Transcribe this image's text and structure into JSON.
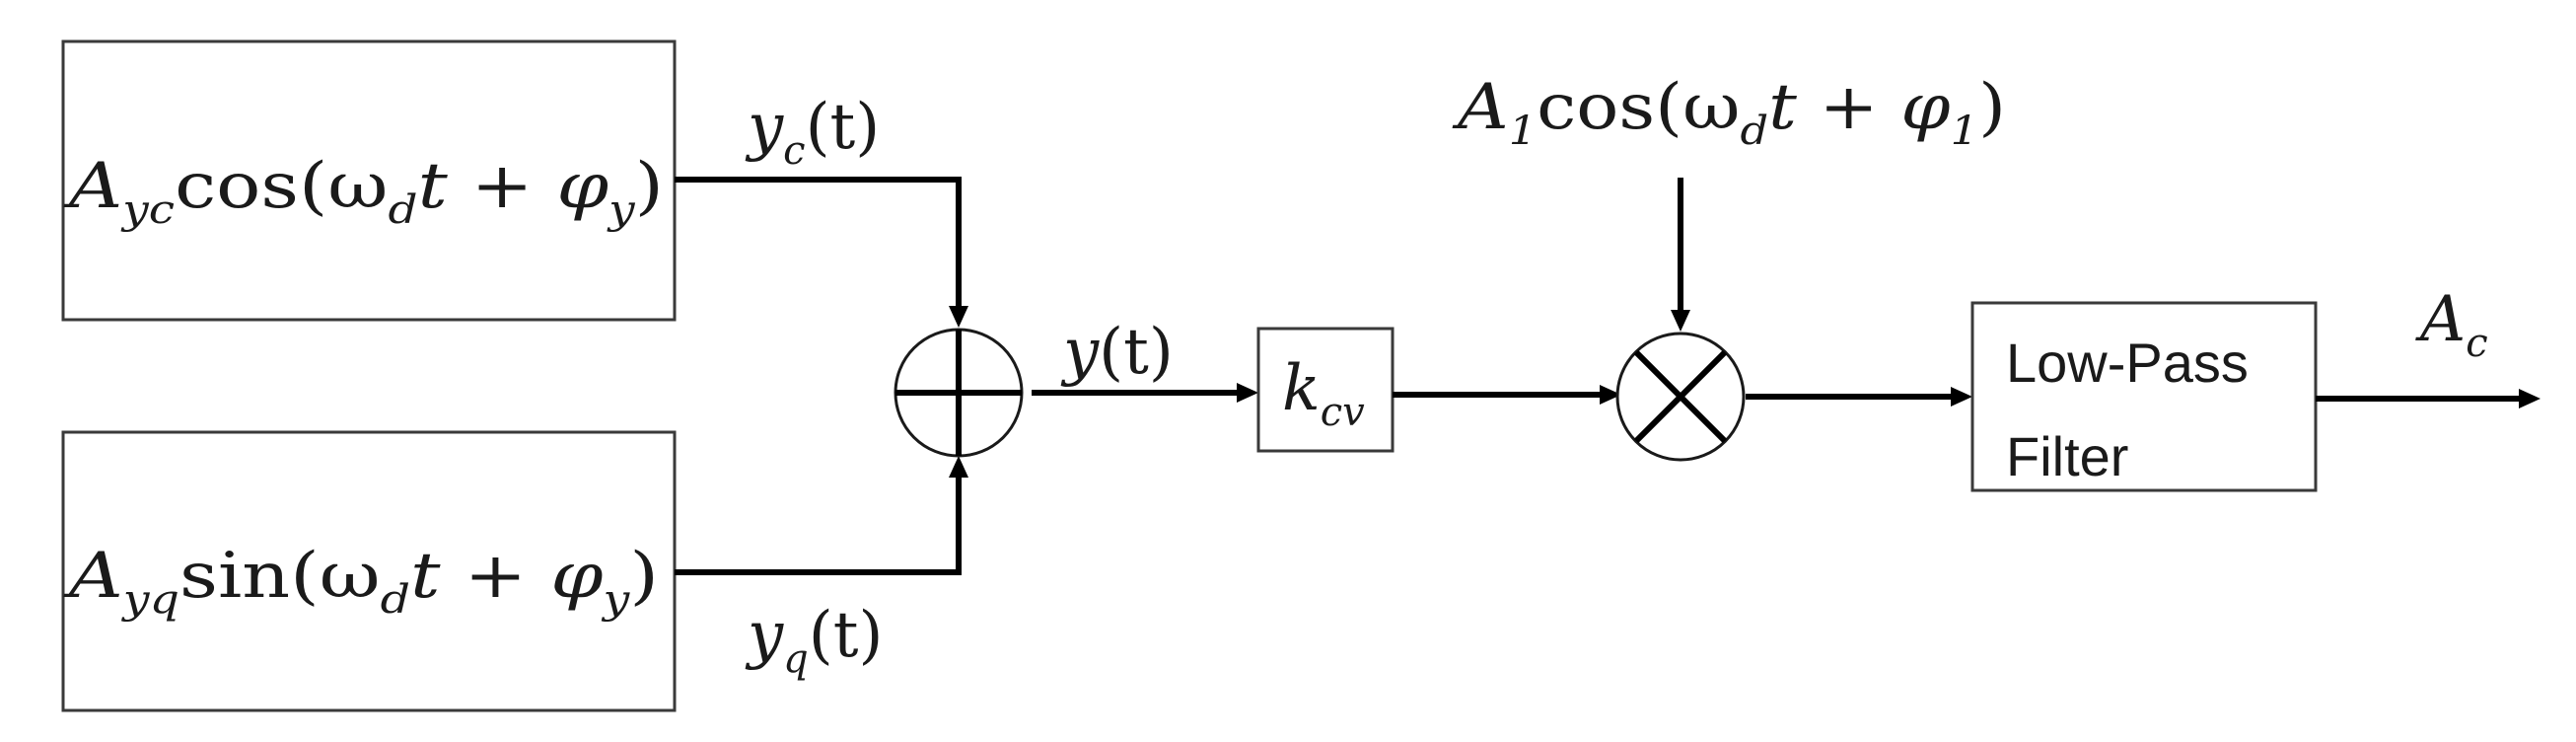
{
  "blocks": {
    "cos_generator": {
      "amp": "A",
      "amp_sub": "yc",
      "func": "cos(",
      "omega": "ω",
      "omega_sub": "d",
      "t_plus": "t + ",
      "phi": "φ",
      "phi_sub": "y",
      "close": ")"
    },
    "sin_generator": {
      "amp": "A",
      "amp_sub": "yq",
      "func": "sin(",
      "omega": "ω",
      "omega_sub": "d",
      "t_plus": "t + ",
      "phi": "φ",
      "phi_sub": "y",
      "close": ")"
    },
    "gain": {
      "sym": "k",
      "sub": "cv"
    },
    "low_pass_filter": {
      "line1": "Low-Pass",
      "line2": "Filter"
    }
  },
  "signals": {
    "yc": {
      "sym": "y",
      "sub": "c",
      "arg": "(t)"
    },
    "yq": {
      "sym": "y",
      "sub": "q",
      "arg": "(t)"
    },
    "y": {
      "sym": "y",
      "arg": "(t)"
    },
    "reference": {
      "amp": "A",
      "amp_sub": "1",
      "func": "cos(",
      "omega": "ω",
      "omega_sub": "d",
      "t_plus": "t + ",
      "phi": "φ",
      "phi_sub": "1",
      "close": ")"
    },
    "output": {
      "sym": "A",
      "sub": "c"
    }
  },
  "nodes": {
    "summer": "sum",
    "multiplier": "product"
  }
}
